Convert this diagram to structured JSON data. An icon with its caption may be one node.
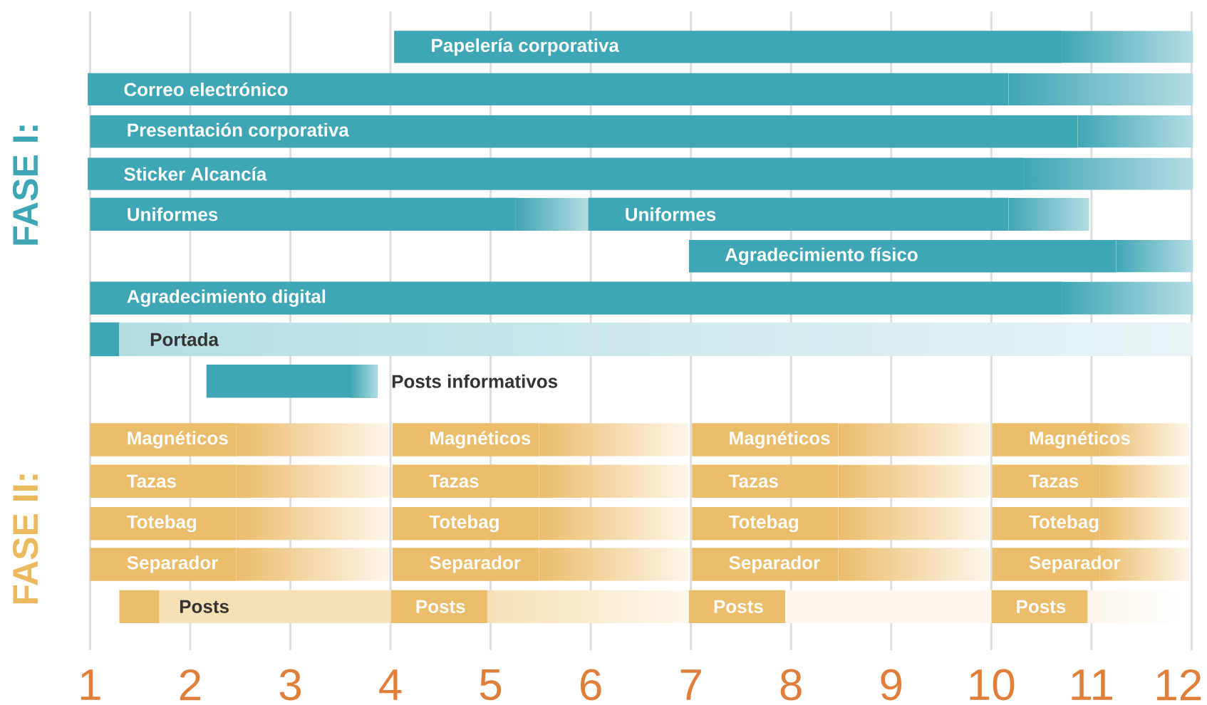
{
  "diagram": {
    "nodes": [
      {
        "text": [
          "Papelería corporativa"
        ]
      },
      {
        "text": [
          "Correo electrónico"
        ]
      },
      {
        "text": [
          "Presentación corporativa"
        ]
      },
      {
        "text": [
          "Sticker Alcancía"
        ]
      },
      {
        "text": [
          "Uniformes"
        ]
      },
      {
        "text": [
          "Uniformes"
        ]
      },
      {
        "text": [
          "Agradecimiento físico"
        ]
      },
      {
        "text": [
          "Agradecimiento digital"
        ]
      },
      {
        "text": [
          "Portada"
        ]
      },
      {
        "text": [],
        "shape": "bar",
        "beside": [
          "Posts informativos"
        ]
      },
      {
        "text": [
          "Magnéticos"
        ]
      },
      {
        "text": [
          "Magnéticos"
        ]
      },
      {
        "text": [
          "Magnéticos"
        ]
      },
      {
        "text": [
          "Magnéticos"
        ]
      },
      {
        "text": [
          "Tazas"
        ]
      },
      {
        "text": [
          "Tazas"
        ]
      },
      {
        "text": [
          "Tazas"
        ]
      },
      {
        "text": [
          "Tazas"
        ]
      },
      {
        "text": [
          "Totebag"
        ]
      },
      {
        "text": [
          "Totebag"
        ]
      },
      {
        "text": [
          "Totebag"
        ]
      },
      {
        "text": [
          "Totebag"
        ]
      },
      {
        "text": [
          "Separador"
        ]
      },
      {
        "text": [
          "Separador"
        ]
      },
      {
        "text": [
          "Separador"
        ]
      },
      {
        "text": [
          "Separador"
        ]
      },
      {
        "text": [
          "Posts"
        ]
      },
      {
        "text": [
          "Posts"
        ]
      },
      {
        "text": [
          "Posts"
        ]
      },
      {
        "text": [
          "Posts"
        ]
      }
    ],
    "labels": [
      "FASE I:",
      "FASE II:",
      "1",
      "2",
      "3",
      "4",
      "5",
      "6",
      "7",
      "8",
      "9",
      "10",
      "11",
      "12"
    ]
  }
}
